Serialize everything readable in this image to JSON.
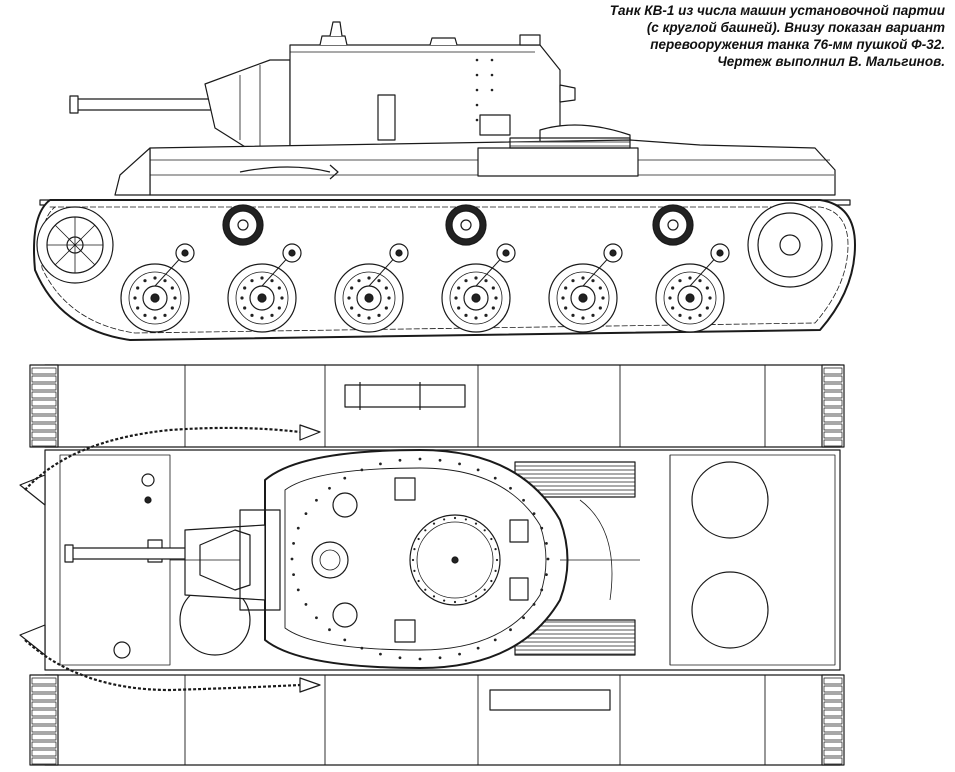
{
  "caption": {
    "lines": [
      "Танк КВ-1 из числа машин установочной партии",
      "(с круглой башней). Внизу показан вариант",
      "перевооружения танка 76-мм пушкой Ф-32.",
      "Чертеж выполнил В. Мальгинов."
    ]
  },
  "colors": {
    "line": "#1a1a1a",
    "fill": "#ffffff",
    "grille": "#555555",
    "dark": "#222222"
  },
  "side_view": {
    "road_wheel_count": 6,
    "return_roller_count": 3,
    "return_roller_style": "dark-rubber-rim"
  },
  "top_view": {
    "turret": "round",
    "engine_hatches": 2,
    "tow_cables": 2
  }
}
